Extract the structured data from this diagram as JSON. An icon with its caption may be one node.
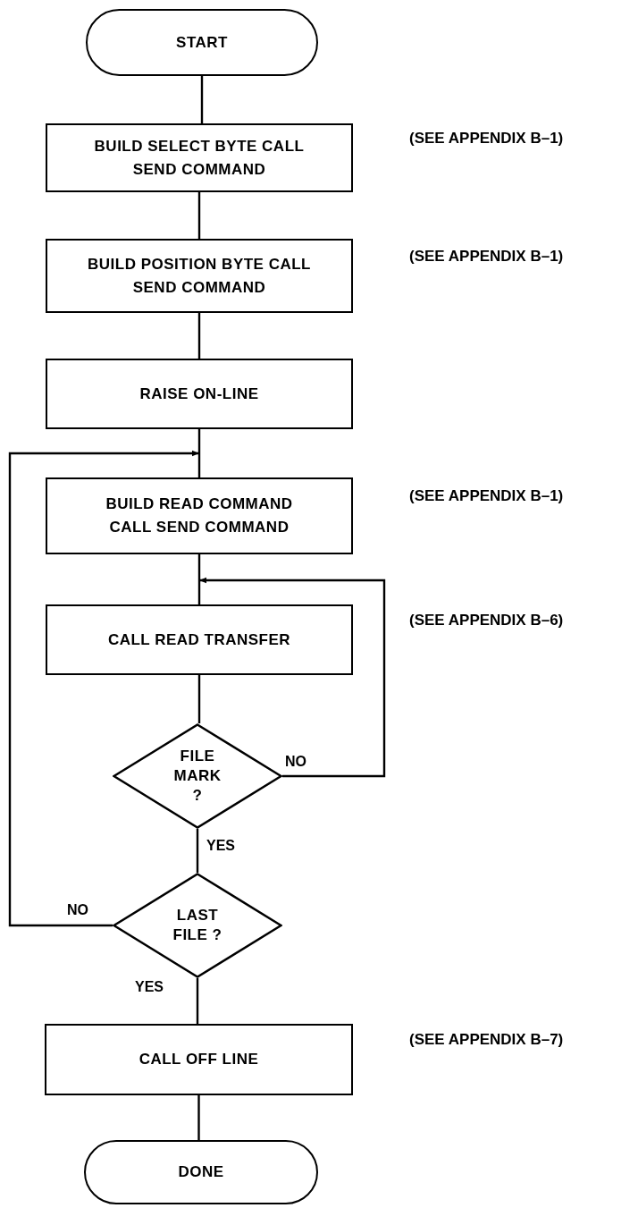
{
  "diagram": {
    "nodes": [
      {
        "text": [
          "START"
        ]
      },
      {
        "text": [
          "BUILD SELECT BYTE CALL SEND COMMAND"
        ],
        "beside": [
          "(SEE APPENDIX B–1)"
        ]
      },
      {
        "text": [
          "BUILD POSITION BYTE CALL SEND COMMAND"
        ],
        "beside": [
          "(SEE APPENDIX B–1)"
        ]
      },
      {
        "text": [
          "RAISE ON-LINE"
        ]
      },
      {
        "text": [
          "BUILD READ COMMAND CALL SEND COMMAND"
        ],
        "beside": [
          "(SEE APPENDIX B–1)"
        ]
      },
      {
        "text": [
          "CALL READ TRANSFER"
        ],
        "beside": [
          "(SEE APPENDIX B–6)"
        ]
      },
      {
        "text": [
          "FILE MARK ?"
        ]
      },
      {
        "text": [
          "LAST FILE ?"
        ]
      },
      {
        "text": [
          "CALL OFF LINE"
        ],
        "beside": [
          "(SEE APPENDIX B–7)"
        ]
      },
      {
        "text": [
          "DONE"
        ]
      }
    ],
    "edges": [
      {
        "from": 0,
        "to": 1,
        "arrow": "none"
      },
      {
        "from": 1,
        "to": 2,
        "arrow": "none"
      },
      {
        "from": 2,
        "to": 3,
        "arrow": "none"
      },
      {
        "from": 3,
        "to": 4,
        "arrow": "none"
      },
      {
        "from": 4,
        "to": 5,
        "arrow": "none"
      },
      {
        "from": 5,
        "to": 6,
        "arrow": "none"
      },
      {
        "from": 6,
        "to": 5,
        "arrow": "to",
        "label": "NO"
      },
      {
        "from": 6,
        "to": 7,
        "arrow": "none",
        "label": "YES"
      },
      {
        "from": 7,
        "to": 4,
        "arrow": "to",
        "label": "NO"
      },
      {
        "from": 7,
        "to": 8,
        "arrow": "none",
        "label": "YES"
      },
      {
        "from": 8,
        "to": 9,
        "arrow": "none"
      }
    ]
  }
}
